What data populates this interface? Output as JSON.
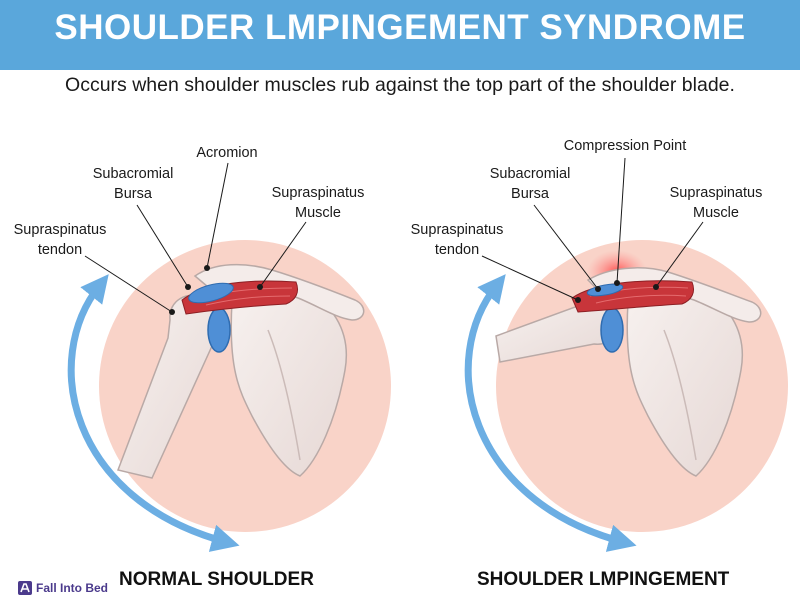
{
  "header": {
    "title": "SHOULDER LMPINGEMENT SYNDROME",
    "subtitle": "Occurs when shoulder muscles rub against the top part of the shoulder blade."
  },
  "left": {
    "caption": "NORMAL SHOULDER",
    "labels": {
      "acromion": "Acromion",
      "bursa_line1": "Subacromial",
      "bursa_line2": "Bursa",
      "muscle_line1": "Supraspinatus",
      "muscle_line2": "Muscle",
      "tendon_line1": "Supraspinatus",
      "tendon_line2": "tendon"
    }
  },
  "right": {
    "caption": "SHOULDER LMPINGEMENT",
    "labels": {
      "compression": "Compression Point",
      "bursa_line1": "Subacromial",
      "bursa_line2": "Bursa",
      "muscle_line1": "Supraspinatus",
      "muscle_line2": "Muscle",
      "tendon_line1": "Supraspinatus",
      "tendon_line2": "tendon"
    }
  },
  "logo": {
    "text": "Fall Into Bed"
  },
  "colors": {
    "banner": "#5aa7db",
    "circle": "#f9d3c8",
    "bone": "#f1e8e6",
    "muscle": "#c8353a",
    "bursa": "#4f8fd6",
    "arrow": "#6caee3",
    "compression": "#ff4f4f"
  }
}
